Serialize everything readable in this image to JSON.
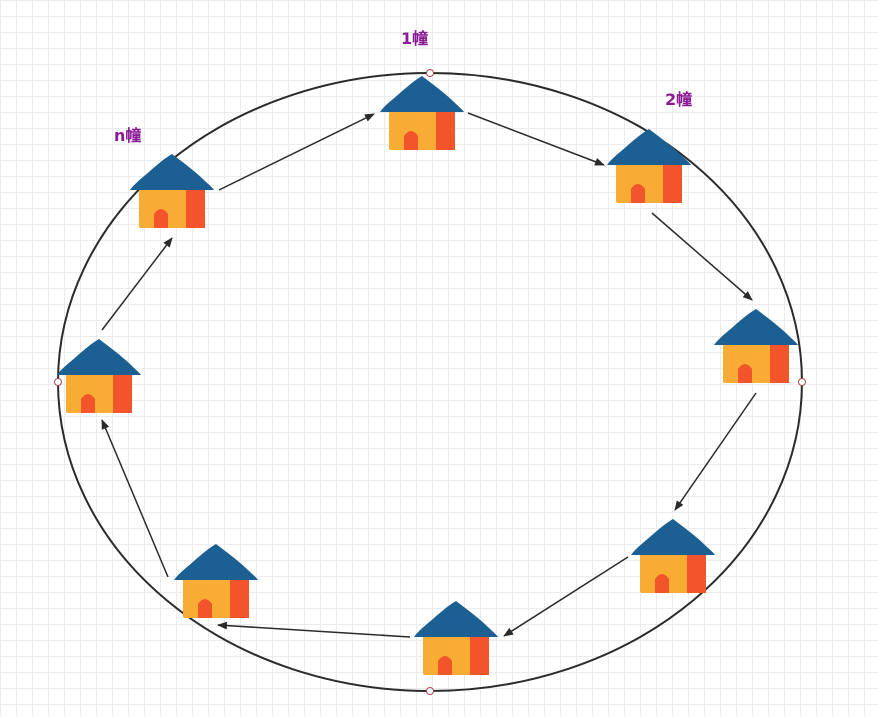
{
  "labels": {
    "house_1": "1幢",
    "house_2": "2幢",
    "house_n": "n幢"
  },
  "colors": {
    "label": "#8b1a96",
    "roof": "#1b5f93",
    "wall": "#f8ac34",
    "wall_side": "#f2552c",
    "door": "#f2552c",
    "ring": "#2b2b2b",
    "arrow": "#2b2b2b",
    "handle_stroke": "#b0474f",
    "grid": "#ececec"
  },
  "houses": [
    {
      "id": "house-1"
    },
    {
      "id": "house-2"
    },
    {
      "id": "house-3"
    },
    {
      "id": "house-4"
    },
    {
      "id": "house-5"
    },
    {
      "id": "house-6"
    },
    {
      "id": "house-7"
    },
    {
      "id": "house-n"
    }
  ]
}
